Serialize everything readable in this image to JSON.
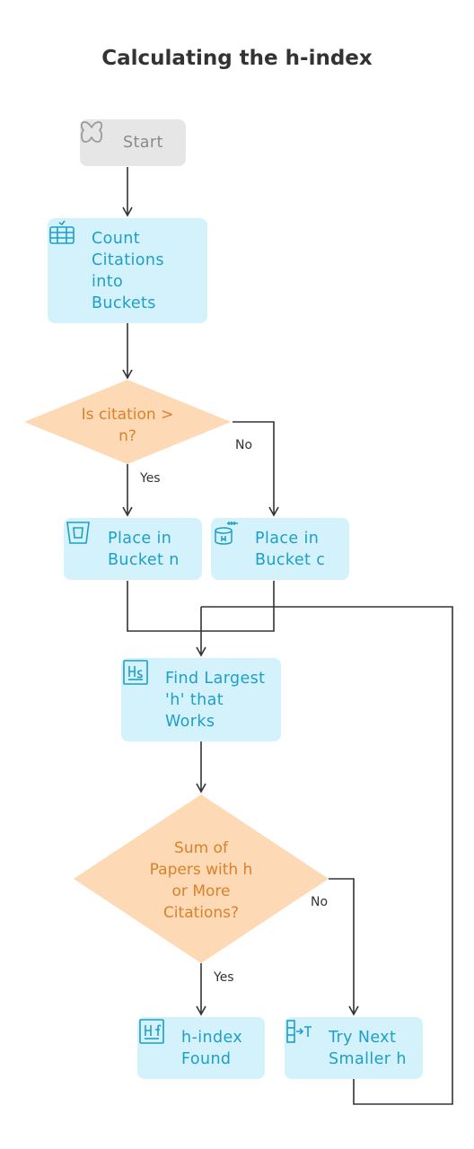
{
  "title": "Calculating the h-index",
  "nodes": {
    "start": "Start",
    "count": "Count Citations into Buckets",
    "decision1": "Is citation > n?",
    "bucket_n": "Place in Bucket n",
    "bucket_c": "Place in Bucket c",
    "find": "Find Largest 'h' that Works",
    "decision2": "Sum of Papers with h or More Citations?",
    "found": "h-index Found",
    "next": "Try Next Smaller h"
  },
  "edges": {
    "yes1": "Yes",
    "no1": "No",
    "yes2": "Yes",
    "no2": "No"
  },
  "icons": {
    "start": "start-icon",
    "count": "count-buckets-icon",
    "bucket_n": "bucket-icon",
    "bucket_c": "database-bucket-icon",
    "find": "find-h-icon",
    "found": "h-index-icon",
    "next": "next-arrow-icon"
  },
  "colors": {
    "process_fill": "#d3f2fb",
    "process_text": "#1e9ec9",
    "decision_fill": "#fdd9b5",
    "decision_text": "#d9822b",
    "start_fill": "#e6e6e6",
    "start_text": "#8a8a8a",
    "edge": "#333333"
  }
}
